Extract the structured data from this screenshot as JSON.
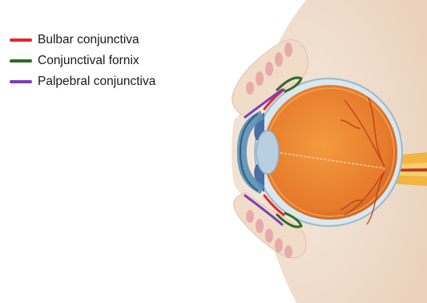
{
  "legend": {
    "items": [
      {
        "label": "Bulbar conjunctiva",
        "color": "#e8262b"
      },
      {
        "label": "Conjunctival fornix",
        "color": "#2f6b2a"
      },
      {
        "label": "Palpebral conjunctiva",
        "color": "#7b3fb8"
      }
    ]
  },
  "colors": {
    "skin": "#f3e3d3",
    "eyeball": "#ef8d36",
    "sclera": "#d9e7ee",
    "cornea": "#5a8fb5",
    "lens": "#b9cfe0",
    "optic_nerve": "#f2b541"
  }
}
